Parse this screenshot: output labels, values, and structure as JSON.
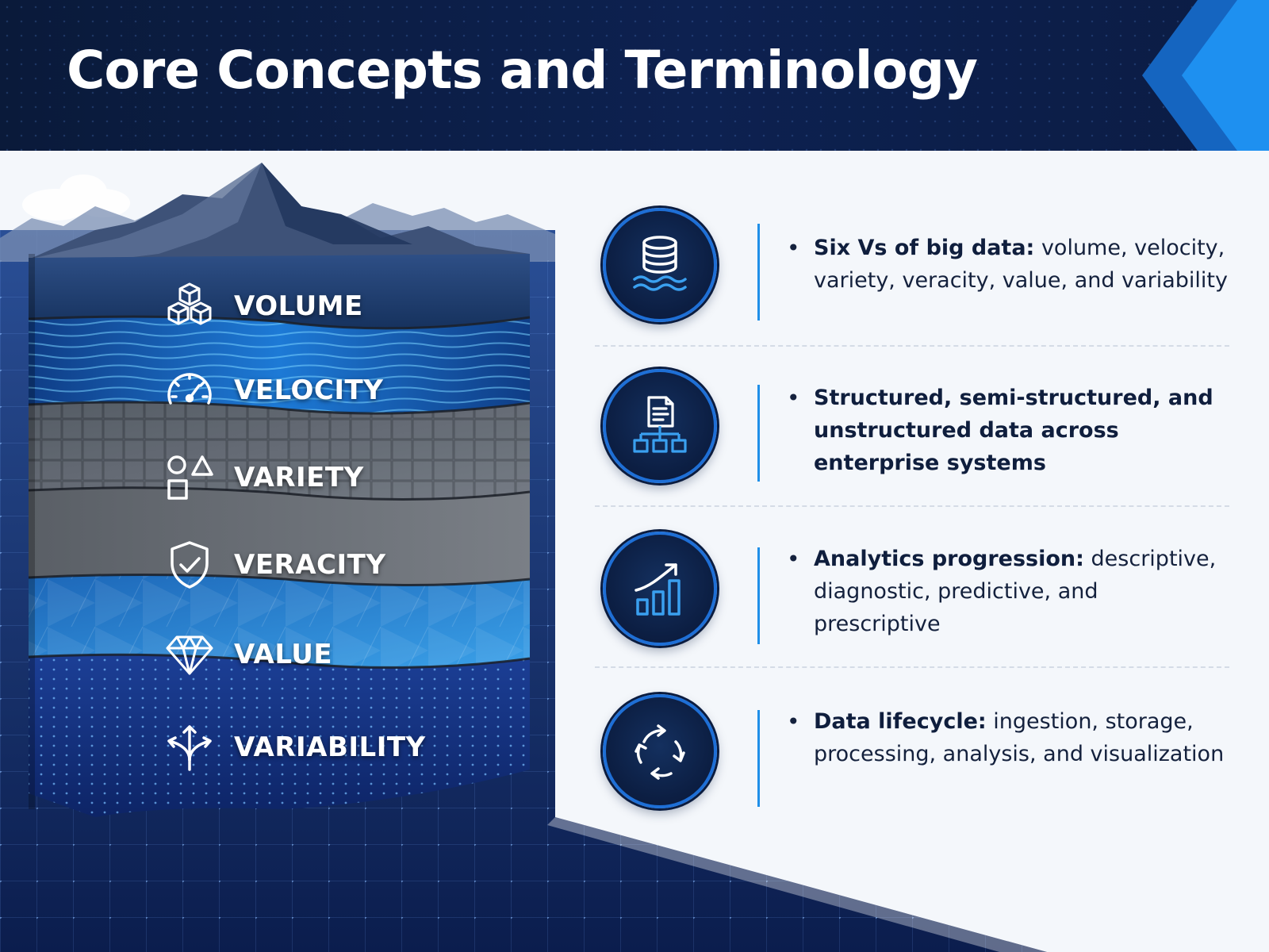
{
  "title": "Core Concepts and Terminology",
  "layers": [
    {
      "label": "VOLUME",
      "icon": "cubes-icon",
      "color": "#1e3f75"
    },
    {
      "label": "VELOCITY",
      "icon": "speedometer-icon",
      "color": "#1a6fc4"
    },
    {
      "label": "VARIETY",
      "icon": "shapes-icon",
      "color": "#5a626e"
    },
    {
      "label": "VERACITY",
      "icon": "shield-check-icon",
      "color": "#5b6068"
    },
    {
      "label": "VALUE",
      "icon": "diamond-icon",
      "color": "#2b88d2"
    },
    {
      "label": "VARIABILITY",
      "icon": "diverging-arrows-icon",
      "color": "#16357f"
    }
  ],
  "concepts": [
    {
      "term": "Six Vs of big data:",
      "text": " volume, velocity, variety, veracity, value, and variability",
      "icon": "database-waves-icon"
    },
    {
      "term": "Structured, semi-structured, and unstructured data across enterprise systems",
      "text": "",
      "icon": "document-hierarchy-icon"
    },
    {
      "term": "Analytics progression:",
      "text": " descriptive, diagnostic, predictive, and prescriptive",
      "icon": "bar-chart-trend-icon"
    },
    {
      "term": "Data lifecycle:",
      "text": " ingestion, storage, processing, analysis, and visualization",
      "icon": "cycle-arrows-icon"
    }
  ],
  "colors": {
    "header_bg": "#0b1c44",
    "accent": "#1f8fe8",
    "text_dark": "#14213d"
  }
}
